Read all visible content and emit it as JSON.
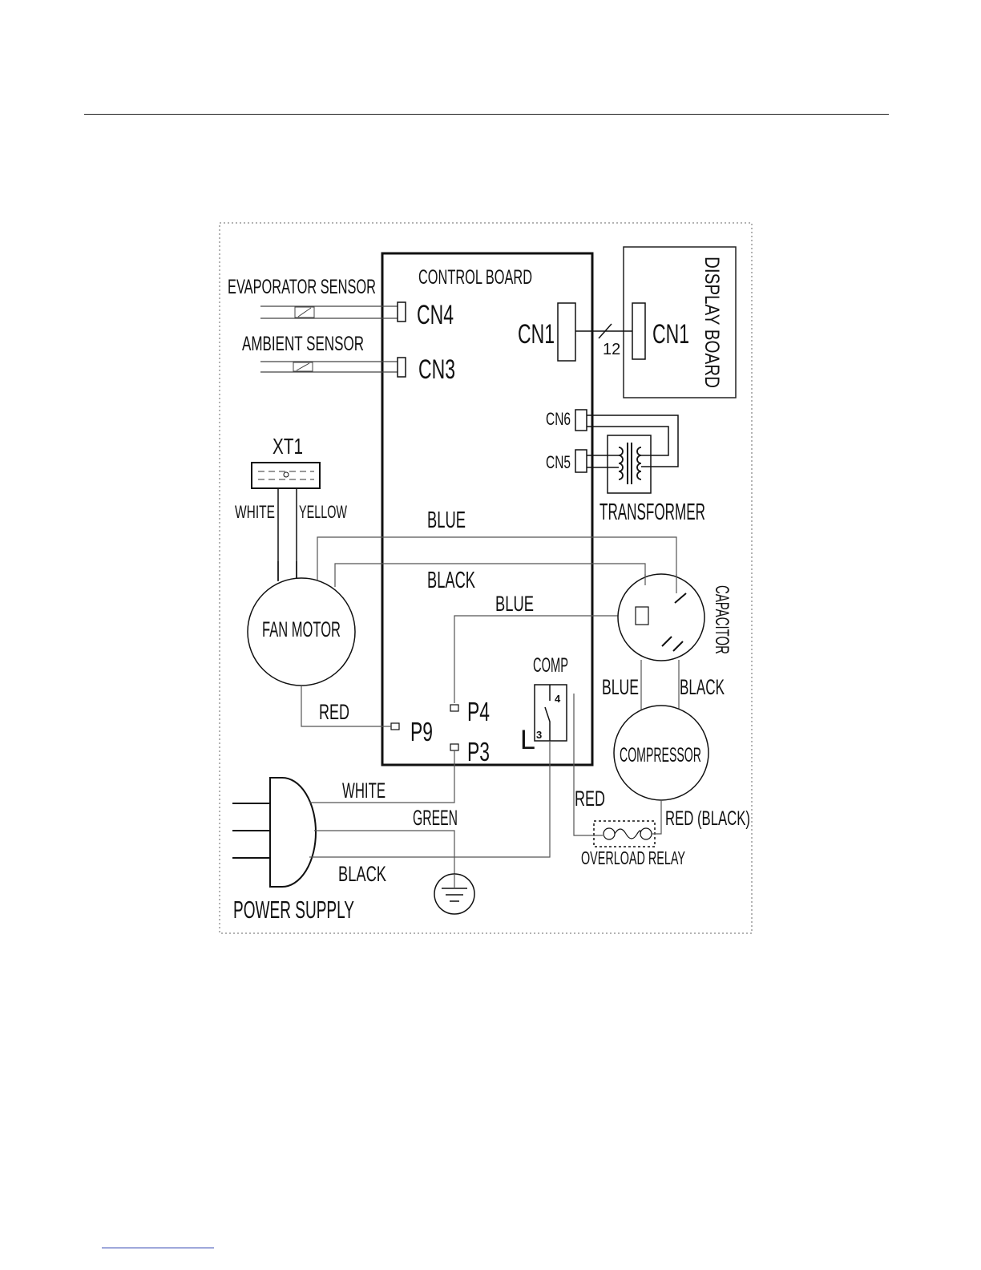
{
  "diagram": {
    "control_board": "CONTROL BOARD",
    "display_board": "DISPLAY BOARD",
    "evaporator_sensor": "EVAPORATOR SENSOR",
    "ambient_sensor": "AMBIENT SENSOR",
    "cn4": "CN4",
    "cn3": "CN3",
    "cn1_control": "CN1",
    "cn1_display": "CN1",
    "bus_count": "12",
    "cn6": "CN6",
    "cn5": "CN5",
    "transformer": "TRANSFORMER",
    "xt1": "XT1",
    "white_fan": "WHITE",
    "yellow_fan": "YELLOW",
    "blue_top": "BLUE",
    "black_top": "BLACK",
    "blue_cap": "BLUE",
    "fan_motor": "FAN MOTOR",
    "capacitor": "CAPACITOR",
    "comp": "COMP",
    "relay_4": "4",
    "relay_3": "3",
    "relay_L": "L",
    "blue_comp": "BLUE",
    "black_comp": "BLACK",
    "compressor": "COMPRESSOR",
    "red_fan": "RED",
    "p9": "P9",
    "p4": "P4",
    "p3": "P3",
    "white_power": "WHITE",
    "green_power": "GREEN",
    "black_power": "BLACK",
    "red_relay": "RED",
    "red_black": "RED (BLACK)",
    "overload_relay": "OVERLOAD RELAY",
    "power_supply": "POWER SUPPLY"
  }
}
